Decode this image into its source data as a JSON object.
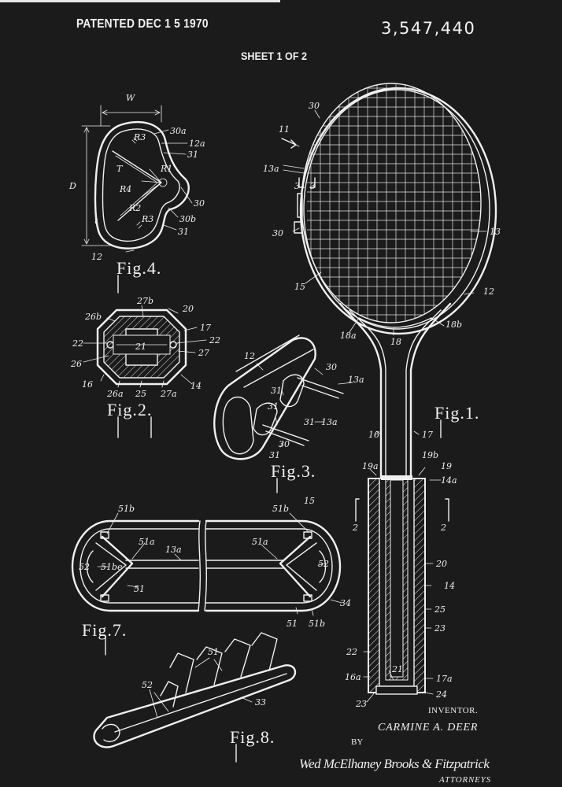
{
  "header": {
    "patented": "PATENTED DEC 1 5 1970",
    "patent_number": "3,547,440",
    "sheet": "SHEET 1 OF 2"
  },
  "figures": {
    "fig1": "Fig.1.",
    "fig2": "Fig.2.",
    "fig3": "Fig.3.",
    "fig4": "Fig.4.",
    "fig7": "Fig.7.",
    "fig8": "Fig.8."
  },
  "labels": {
    "fig4": {
      "W": "W",
      "D": "D",
      "r3a": "R3",
      "r30a": "30a",
      "r12a": "12a",
      "r31a": "31",
      "rT": "T",
      "rR1": "R1",
      "rR4": "R4",
      "rR2": "R2",
      "r30": "30",
      "rt": "t",
      "rR3b": "R3",
      "r30b": "30b",
      "r31b": "31",
      "r12": "12"
    },
    "fig1": {
      "r30": "30",
      "r11": "11",
      "r13a": "13a",
      "r3a": "3",
      "r3b": "3",
      "r30b": "30",
      "r13": "13",
      "r15": "15",
      "r12": "12",
      "r18a": "18a",
      "r18": "18",
      "r18b": "18b",
      "r16": "16",
      "r17": "17",
      "r19a": "19a",
      "r19b": "19b",
      "r19": "19",
      "r14a": "14a",
      "r2a": "2",
      "r2b": "2",
      "r20": "20",
      "r14": "14",
      "r25": "25",
      "r23": "23",
      "r22": "22",
      "r16a": "16a",
      "r21": "21",
      "r17a": "17a",
      "r23b": "23",
      "r24": "24"
    },
    "fig2": {
      "r27b": "27b",
      "r20": "20",
      "r26b": "26b",
      "r17": "17",
      "r22a": "22",
      "r21": "21",
      "r22b": "22",
      "r26": "26",
      "r27": "27",
      "r16": "16",
      "r26a": "26a",
      "r25": "25",
      "r27a": "27a",
      "r14": "14"
    },
    "fig3": {
      "r12": "12",
      "r30a": "30",
      "r13a": "13a",
      "r31a": "31",
      "r31b": "31",
      "r13b": "13a",
      "r30b": "30",
      "r31c": "31"
    },
    "fig7": {
      "r51b": "51b",
      "r51bb": "51b",
      "r15": "15",
      "r51a": "51a",
      "r13a": "13a",
      "r51aa": "51a",
      "r52": "52",
      "r51be": "51be",
      "r52b": "52",
      "r51": "51",
      "r34": "34",
      "r51c": "51",
      "r51bc": "51b"
    },
    "fig8": {
      "r51": "51",
      "r52": "52",
      "r33": "33"
    }
  },
  "inventor": {
    "label": "INVENTOR.",
    "name": "CARMINE A. DEER",
    "by": "BY",
    "signature": "Wed McElhaney Brooks & Fitzpatrick",
    "attorneys": "ATTORNEYS"
  }
}
